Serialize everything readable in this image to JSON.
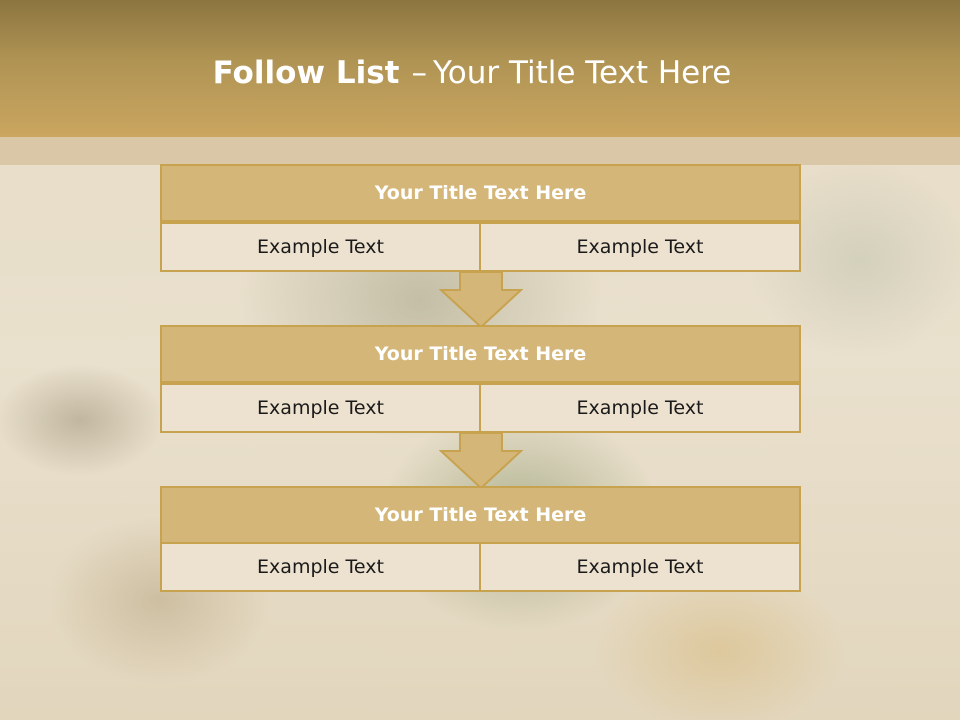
{
  "header": {
    "title_bold": "Follow List",
    "title_dash": "–",
    "title_rest": "Your Title Text Here"
  },
  "steps": [
    {
      "title": "Your Title Text Here",
      "left": "Example Text",
      "right": "Example Text"
    },
    {
      "title": "Your Title Text Here",
      "left": "Example Text",
      "right": "Example Text"
    },
    {
      "title": "Your Title Text Here",
      "left": "Example Text",
      "right": "Example Text"
    }
  ],
  "colors": {
    "header": "#b09454",
    "title_fill": "#d4b679",
    "border": "#c7a24f",
    "cell_fill": "#ede1cf"
  }
}
